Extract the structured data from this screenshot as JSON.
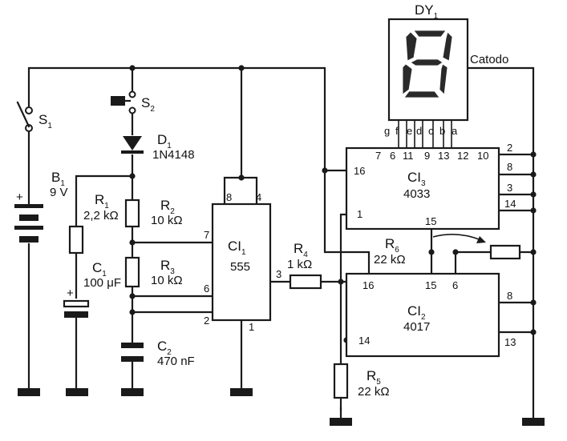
{
  "display": {
    "ref": "DY",
    "sub": "1",
    "catode": "Catodo",
    "segs": [
      "g",
      "f",
      "e",
      "d",
      "c",
      "b",
      "a"
    ]
  },
  "switch1": {
    "ref": "S",
    "sub": "1"
  },
  "switch2": {
    "ref": "S",
    "sub": "2"
  },
  "diode": {
    "ref": "D",
    "sub": "1",
    "value": "1N4148"
  },
  "battery": {
    "ref": "B",
    "sub": "1",
    "value": "9 V",
    "plus": "+"
  },
  "r1": {
    "ref": "R",
    "sub": "1",
    "value": "2,2 kΩ"
  },
  "r2": {
    "ref": "R",
    "sub": "2",
    "value": "10 kΩ"
  },
  "r3": {
    "ref": "R",
    "sub": "3",
    "value": "10 kΩ"
  },
  "r4": {
    "ref": "R",
    "sub": "4",
    "value": "1 kΩ"
  },
  "r5": {
    "ref": "R",
    "sub": "5",
    "value": "22 kΩ"
  },
  "r6": {
    "ref": "R",
    "sub": "6",
    "value": "22 kΩ"
  },
  "c1": {
    "ref": "C",
    "sub": "1",
    "value": "100 μF",
    "plus": "+"
  },
  "c2": {
    "ref": "C",
    "sub": "2",
    "value": "470 nF"
  },
  "ci1": {
    "ref": "CI",
    "sub": "1",
    "part": "555",
    "pins": {
      "p8": "8",
      "p4": "4",
      "p7": "7",
      "p6": "6",
      "p2": "2",
      "p3": "3",
      "p1": "1"
    }
  },
  "ci2": {
    "ref": "CI",
    "sub": "2",
    "part": "4017",
    "pins": {
      "p16": "16",
      "p15": "15",
      "p6": "6",
      "p8": "8",
      "p14": "14",
      "p13": "13"
    }
  },
  "ci3": {
    "ref": "CI",
    "sub": "3",
    "part": "4033",
    "pins": {
      "p7": "7",
      "p6": "6",
      "p11": "11",
      "p9": "9",
      "p13": "13",
      "p12": "12",
      "p10": "10",
      "p16": "16",
      "p1": "1",
      "p15": "15",
      "p2": "2",
      "p8": "8",
      "p3": "3",
      "p14": "14"
    }
  }
}
